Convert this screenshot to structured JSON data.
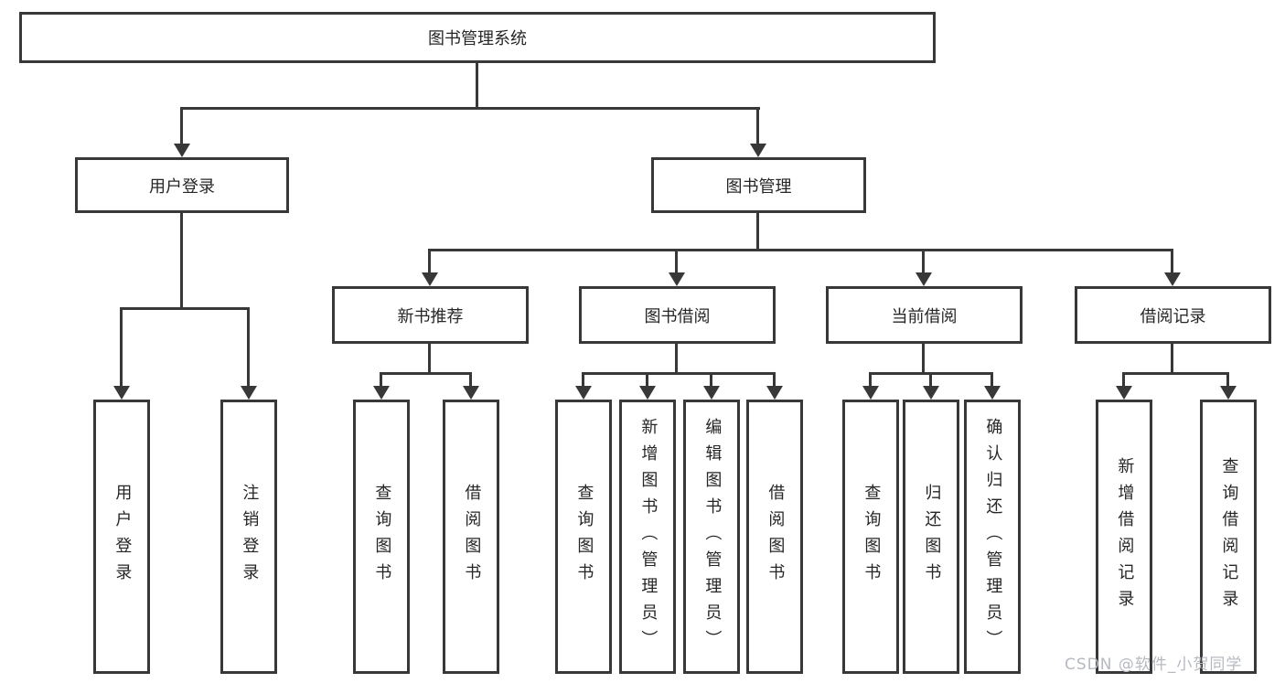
{
  "diagram": {
    "title": "图书管理系统",
    "nodes": {
      "root": "图书管理系统",
      "user_login": "用户登录",
      "book_mgmt": "图书管理",
      "new_book_rec": "新书推荐",
      "book_borrow": "图书借阅",
      "current_borrow": "当前借阅",
      "borrow_records": "借阅记录",
      "a1_user_login": "用户登录",
      "a2_logout": "注销登录",
      "b1_query_book": "查询图书",
      "b2_borrow_book": "借阅图书",
      "c1_query_book": "查询图书",
      "c2_add_book_admin": "新增图书（管理员）",
      "c3_edit_book_admin": "编辑图书（管理员）",
      "c4_borrow_book": "借阅图书",
      "d1_query_book": "查询图书",
      "d2_return_book": "归还图书",
      "d3_confirm_return_admin": "确认归还（管理员）",
      "e1_add_borrow_record": "新增借阅记录",
      "e2_query_borrow_record": "查询借阅记录"
    },
    "hierarchy": {
      "label": "图书管理系统",
      "children": [
        {
          "label": "用户登录",
          "children": [
            {
              "label": "用户登录"
            },
            {
              "label": "注销登录"
            }
          ]
        },
        {
          "label": "图书管理",
          "children": [
            {
              "label": "新书推荐",
              "children": [
                {
                  "label": "查询图书"
                },
                {
                  "label": "借阅图书"
                }
              ]
            },
            {
              "label": "图书借阅",
              "children": [
                {
                  "label": "查询图书"
                },
                {
                  "label": "新增图书（管理员）"
                },
                {
                  "label": "编辑图书（管理员）"
                },
                {
                  "label": "借阅图书"
                }
              ]
            },
            {
              "label": "当前借阅",
              "children": [
                {
                  "label": "查询图书"
                },
                {
                  "label": "归还图书"
                },
                {
                  "label": "确认归还（管理员）"
                }
              ]
            },
            {
              "label": "借阅记录",
              "children": [
                {
                  "label": "新增借阅记录"
                },
                {
                  "label": "查询借阅记录"
                }
              ]
            }
          ]
        }
      ]
    }
  },
  "watermark": {
    "text": "CSDN @软件_小贺同学"
  },
  "colors": {
    "line": "#383838",
    "box_background": "#ffffff",
    "text": "#262626",
    "watermark_text": "#b6bac0",
    "page_background": "#ffffff"
  }
}
